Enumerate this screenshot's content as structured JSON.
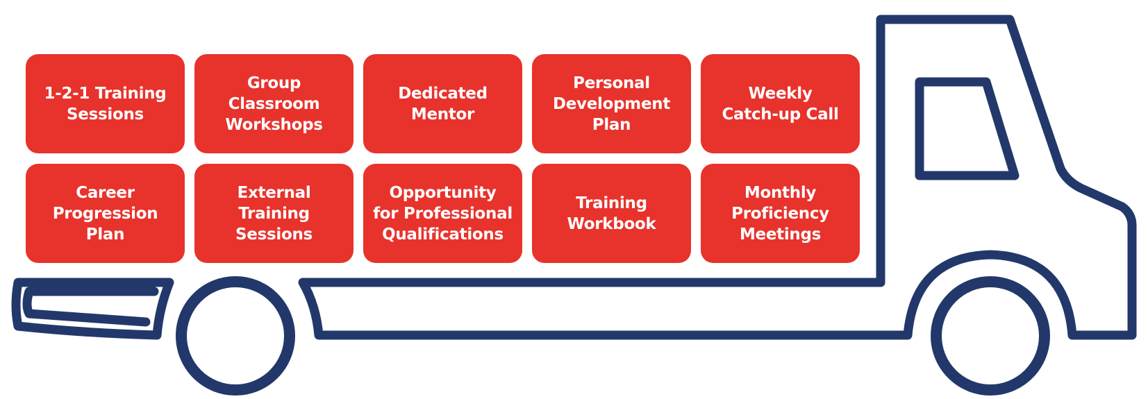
{
  "colors": {
    "truck_outline": "#23386a",
    "card_fill": "#e8322c",
    "card_text": "#ffffff"
  },
  "icons": [
    "truck-icon"
  ],
  "cards": [
    {
      "label": "1-2-1 Training\nSessions"
    },
    {
      "label": "Group\nClassroom\nWorkshops"
    },
    {
      "label": "Dedicated\nMentor"
    },
    {
      "label": "Personal\nDevelopment\nPlan"
    },
    {
      "label": "Weekly\nCatch-up Call"
    },
    {
      "label": "Career\nProgression\nPlan"
    },
    {
      "label": "External\nTraining\nSessions"
    },
    {
      "label": "Opportunity\nfor Professional\nQualifications"
    },
    {
      "label": "Training\nWorkbook"
    },
    {
      "label": "Monthly\nProficiency\nMeetings"
    }
  ]
}
